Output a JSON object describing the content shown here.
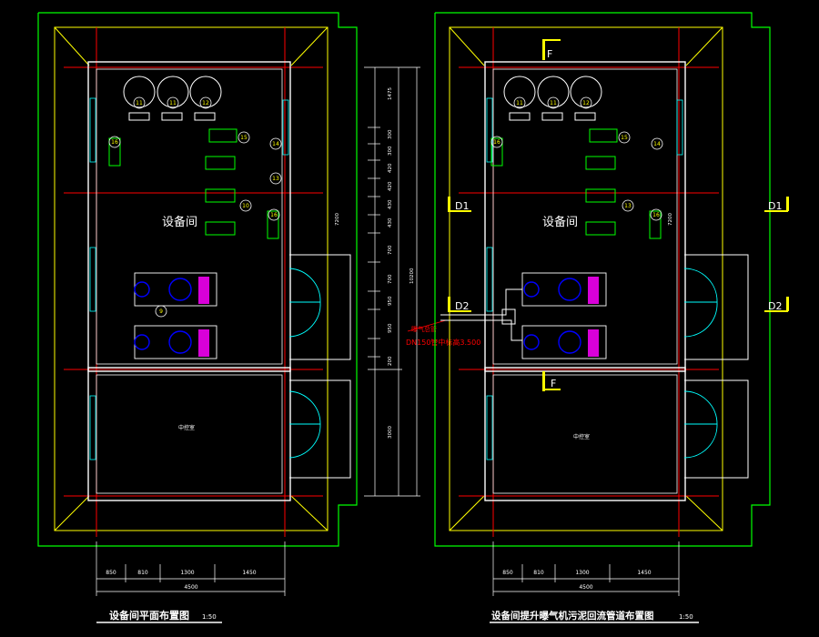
{
  "colors": {
    "background": "#000000",
    "wall": "#ffffff",
    "boundary": "#00ff00",
    "axis": "#ff0000",
    "inner_wall": "#ffff00",
    "door": "#00ffff",
    "equipment": "#00ff00",
    "pump": "#0000ff",
    "heater": "#ff00ff",
    "label": "#ffffff",
    "tag": "#ffff00",
    "annotation": "#ff0000",
    "dimension": "#ffffff"
  },
  "left_plan": {
    "title": "设备间平面布置图",
    "scale": "1:50",
    "room_label": "设备间",
    "control_room_label": "中控室",
    "bottom_dims": [
      "850",
      "810",
      "1300",
      "1450"
    ],
    "bottom_total": "4500",
    "tags": [
      "11",
      "11",
      "12",
      "15",
      "14",
      "13",
      "10",
      "16",
      "16",
      "9"
    ]
  },
  "right_plan": {
    "title": "设备间提升曝气机污泥回流管道布置图",
    "scale": "1:50",
    "room_label": "设备间",
    "control_room_label": "中控室",
    "bottom_dims": [
      "850",
      "810",
      "1300",
      "1450"
    ],
    "bottom_total": "4500",
    "tags": [
      "11",
      "11",
      "12",
      "15",
      "14",
      "13",
      "16",
      "16"
    ],
    "section_marks": [
      "F",
      "F",
      "D1",
      "D1",
      "D2",
      "D2"
    ]
  },
  "vertical_dims": {
    "segments": [
      "1475",
      "300",
      "300",
      "420",
      "420",
      "430",
      "430",
      "700",
      "700",
      "950",
      "950",
      "200",
      "3000"
    ],
    "sub_totals": [
      "7200",
      "7200"
    ],
    "total": "10200"
  },
  "pipe_annotation": {
    "line1": "曝气总管",
    "line2": "DN150管中标高3.500"
  }
}
